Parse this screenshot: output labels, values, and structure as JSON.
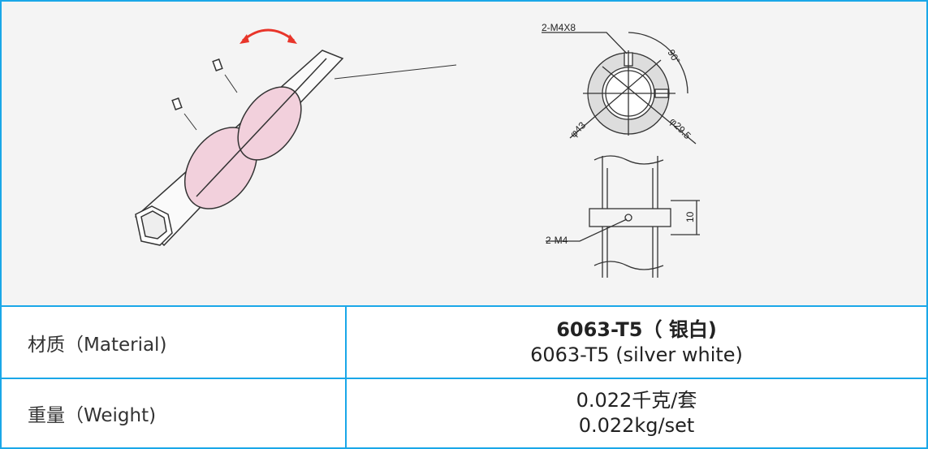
{
  "drawing": {
    "labels": {
      "screw_top": "2-M4X8",
      "angle": "90°",
      "outer_dia": "φ43",
      "inner_dia": "φ29.5",
      "height": "10",
      "screw_side": "2-M4"
    }
  },
  "table": [
    {
      "label": "材质（Material)",
      "value_cn": "6063-T5（ 银白)",
      "value_en": "6063-T5 (silver white)"
    },
    {
      "label": "重量（Weight)",
      "value_cn": "0.022千克/套",
      "value_en": "0.022kg/set"
    }
  ],
  "colors": {
    "border": "#1aa7e8",
    "ring": "#f2d0dc",
    "arrow": "#e8352a"
  }
}
